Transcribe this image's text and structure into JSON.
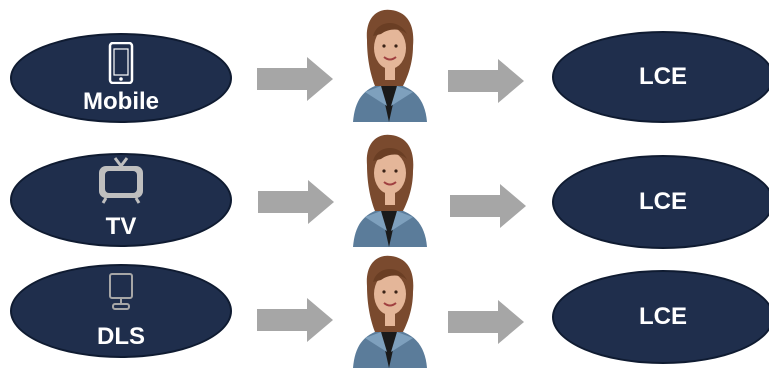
{
  "rows": [
    {
      "source": {
        "label": "Mobile",
        "icon": "mobile-phone-icon"
      },
      "target": {
        "label": "LCE"
      }
    },
    {
      "source": {
        "label": "TV",
        "icon": "tv-icon"
      },
      "target": {
        "label": "LCE"
      }
    },
    {
      "source": {
        "label": "DLS",
        "icon": "desktop-monitor-icon"
      },
      "target": {
        "label": "LCE"
      }
    }
  ],
  "colors": {
    "oval_fill": "#1f2e4c",
    "oval_text": "#ffffff",
    "arrow": "#a6a6a6"
  }
}
